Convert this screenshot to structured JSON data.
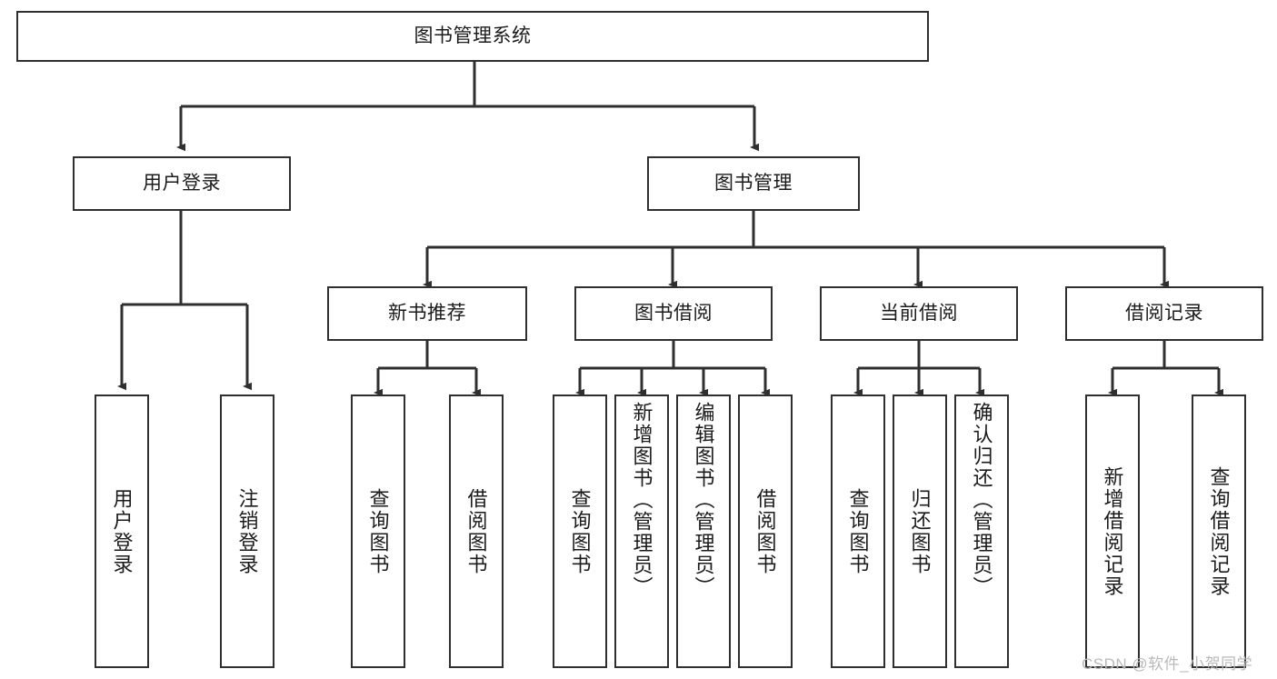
{
  "diagram": {
    "title": "图书管理系统",
    "type": "tree",
    "watermark": "CSDN @软件_小贺同学",
    "colors": {
      "box_border": "#2f2f2f",
      "box_fill": "#ffffff",
      "connector": "#2f2f2f",
      "text": "#1b1b1b",
      "watermark": "#b9b9b9"
    },
    "root": {
      "label": "图书管理系统"
    },
    "level2": [
      {
        "label": "用户登录"
      },
      {
        "label": "图书管理"
      }
    ],
    "level3": [
      {
        "label": "新书推荐"
      },
      {
        "label": "图书借阅"
      },
      {
        "label": "当前借阅"
      },
      {
        "label": "借阅记录"
      }
    ],
    "leaves": {
      "user_login": [
        {
          "label": "用户登录"
        },
        {
          "label": "注销登录"
        }
      ],
      "new_book_recommend": [
        {
          "label": "查询图书"
        },
        {
          "label": "借阅图书"
        }
      ],
      "book_borrow": [
        {
          "label": "查询图书"
        },
        {
          "label": "新增图书（管理员）"
        },
        {
          "label": "编辑图书（管理员）"
        },
        {
          "label": "借阅图书"
        }
      ],
      "current_borrow": [
        {
          "label": "查询图书"
        },
        {
          "label": "归还图书"
        },
        {
          "label": "确认归还（管理员）"
        }
      ],
      "borrow_record": [
        {
          "label": "新增借阅记录"
        },
        {
          "label": "查询借阅记录"
        }
      ]
    }
  }
}
